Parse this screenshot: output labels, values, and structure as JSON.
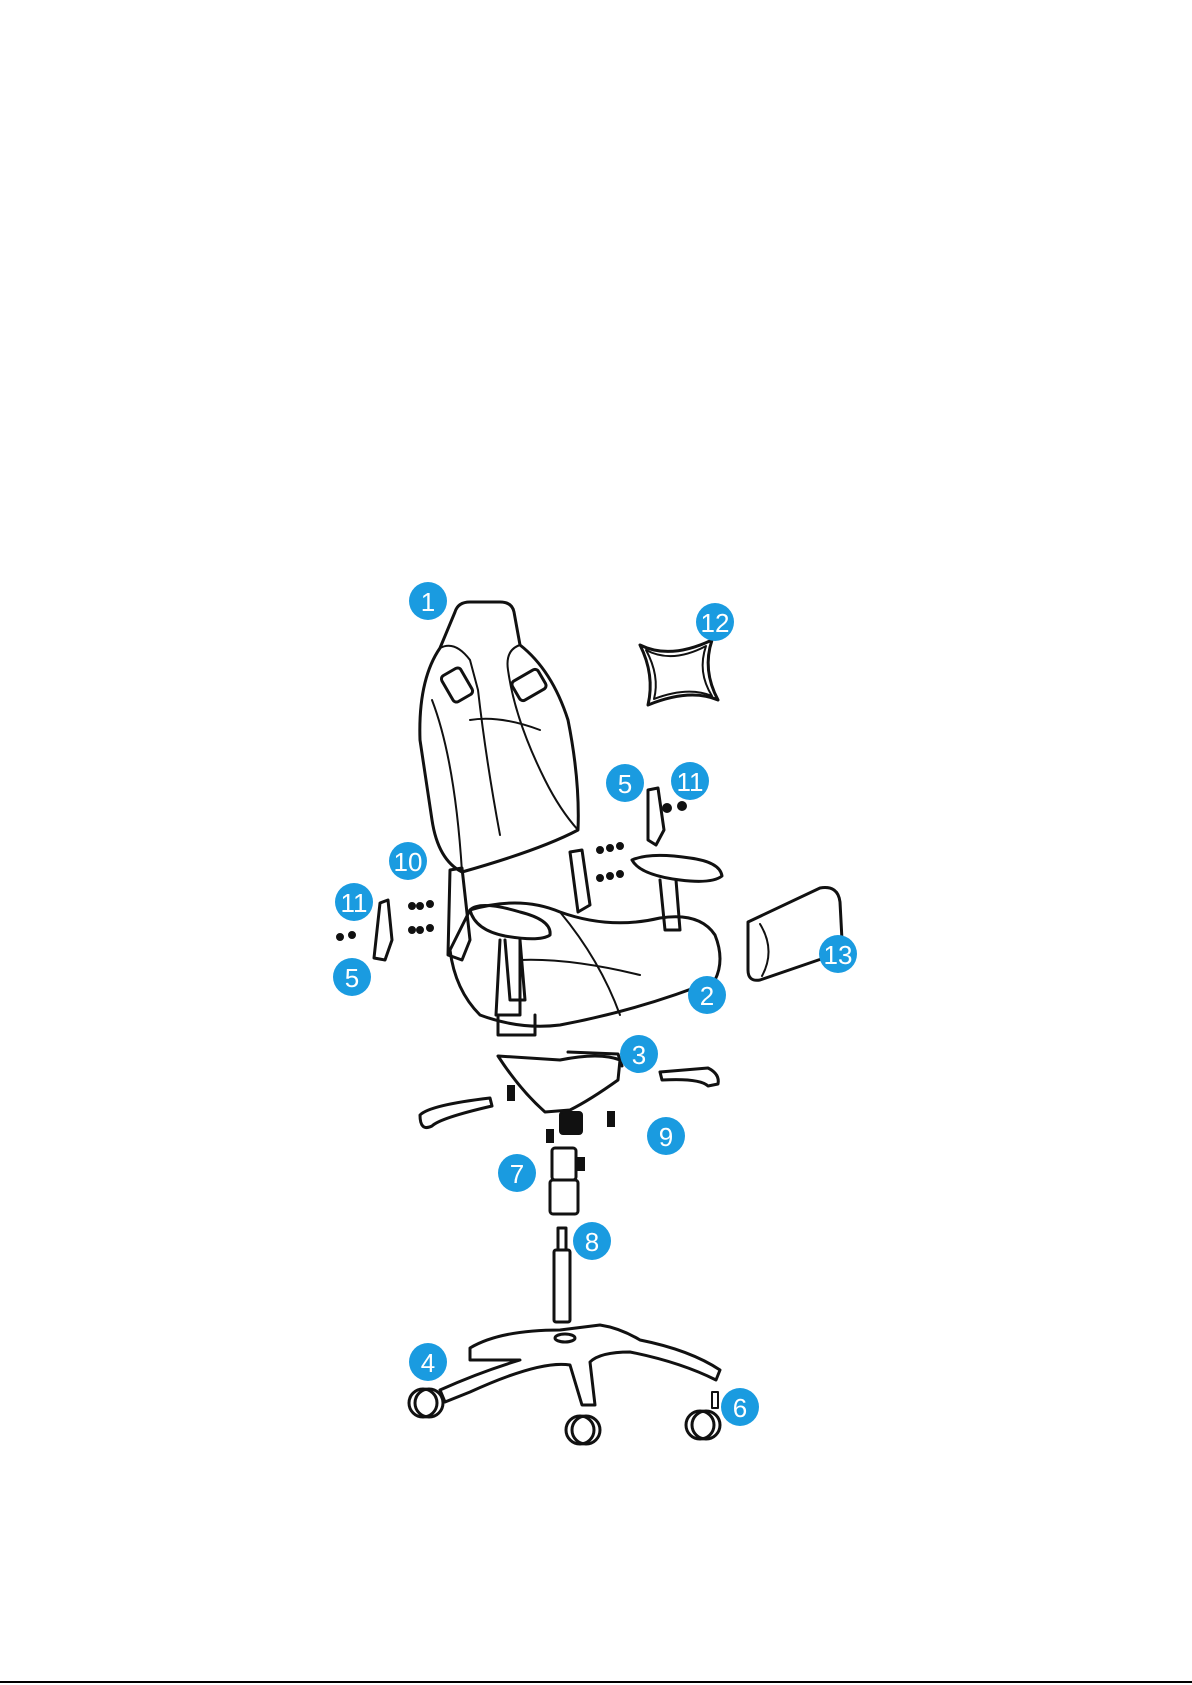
{
  "diagram": {
    "type": "exploded-assembly",
    "callout_color": "#1a9be0",
    "callouts": [
      "1",
      "2",
      "3",
      "4",
      "5",
      "5",
      "6",
      "7",
      "8",
      "9",
      "10",
      "11",
      "11",
      "12",
      "13"
    ]
  }
}
